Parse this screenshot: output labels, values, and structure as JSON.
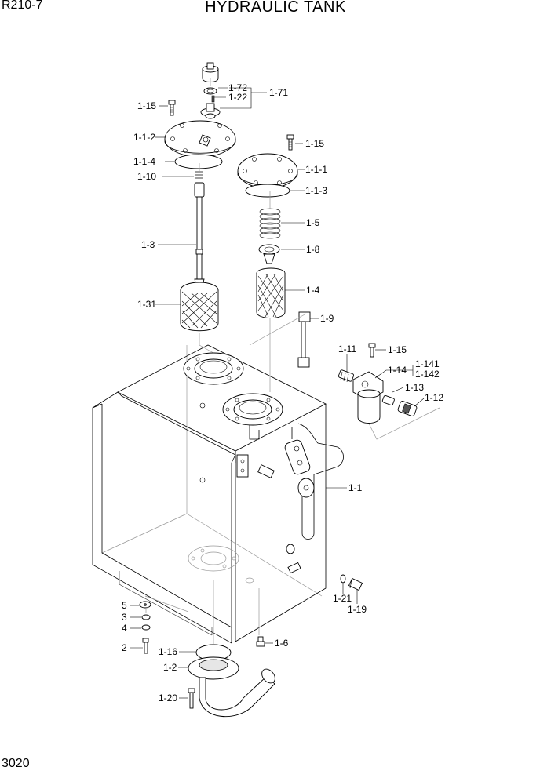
{
  "header": {
    "model": "R210-7",
    "title": "HYDRAULIC TANK"
  },
  "footer": {
    "page_number": "3020"
  },
  "callouts": {
    "c1_72": "1-72",
    "c1_22": "1-22",
    "c1_71": "1-71",
    "c1_15a": "1-15",
    "c1_1_2": "1-1-2",
    "c1_1_4": "1-1-4",
    "c1_10": "1-10",
    "c1_15b": "1-15",
    "c1_1_1": "1-1-1",
    "c1_1_3": "1-1-3",
    "c1_5": "1-5",
    "c1_3": "1-3",
    "c1_8": "1-8",
    "c1_4": "1-4",
    "c1_31": "1-31",
    "c1_9": "1-9",
    "c1_11": "1-11",
    "c1_15c": "1-15",
    "c1_141": "1-141",
    "c1_14": "1-14",
    "c1_142": "1-142",
    "c1_13": "1-13",
    "c1_12": "1-12",
    "c1_1": "1-1",
    "c1_21": "1-21",
    "c1_19": "1-19",
    "c5": "5",
    "c3": "3",
    "c4": "4",
    "c2": "2",
    "c1_16": "1-16",
    "c1_6": "1-6",
    "c1_2": "1-2",
    "c1_20": "1-20"
  }
}
